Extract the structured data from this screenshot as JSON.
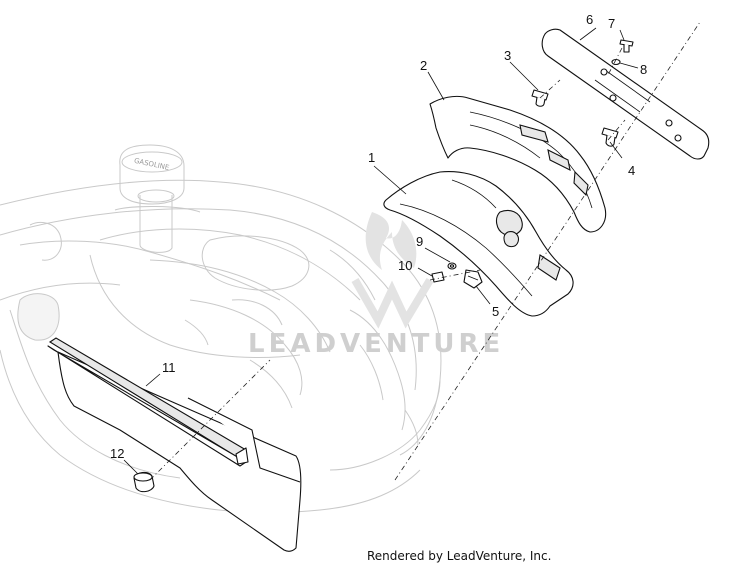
{
  "callouts": [
    {
      "label": "1"
    },
    {
      "label": "2"
    },
    {
      "label": "3"
    },
    {
      "label": "4"
    },
    {
      "label": "5"
    },
    {
      "label": "6"
    },
    {
      "label": "7"
    },
    {
      "label": "8"
    },
    {
      "label": "9"
    },
    {
      "label": "10"
    },
    {
      "label": "11"
    },
    {
      "label": "12"
    }
  ],
  "watermark": "LEADVENTURE",
  "credit": "Rendered by LeadVenture, Inc.",
  "cap_text": "GASOLINE",
  "colors": {
    "line": "#111111",
    "ghost": "#c9c9c9",
    "watermark": "#cfcfcf"
  }
}
